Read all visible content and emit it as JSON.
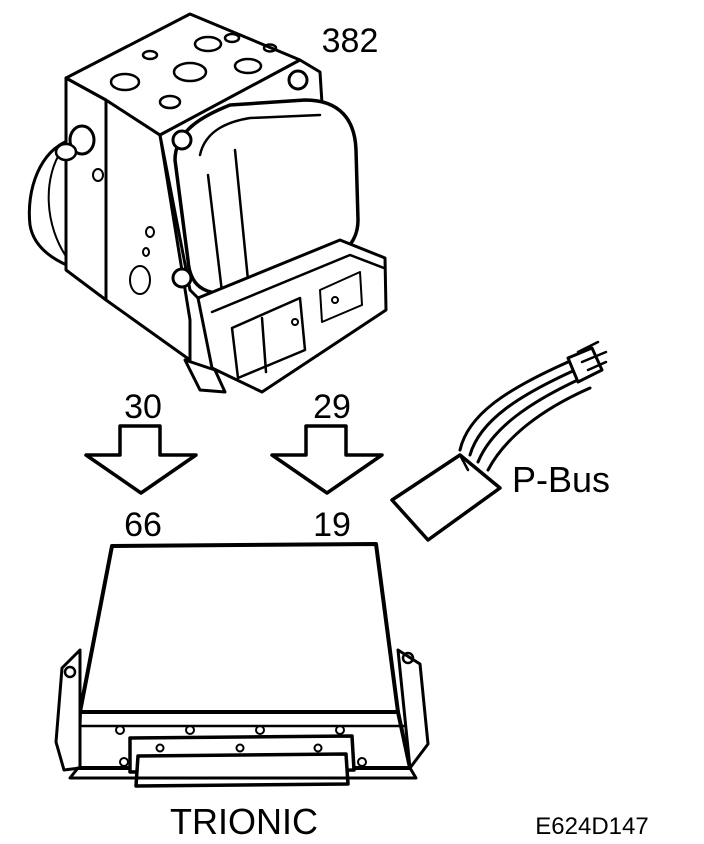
{
  "labels": {
    "abs_unit_number": "382",
    "pin_left_source": "30",
    "pin_left_target": "66",
    "pin_right_source": "29",
    "pin_right_target": "19",
    "pbus_label": "P-Bus",
    "ecu_label": "TRIONIC",
    "figure_id": "E624D147"
  },
  "icons": {
    "abs_unit": "abs-hydraulic-modulator-drawing",
    "connector": "pbus-connector-drawing",
    "ecu": "trionic-control-module-drawing",
    "arrow": "down-arrow-outline"
  },
  "colors": {
    "line": "#000000",
    "background": "#ffffff"
  }
}
